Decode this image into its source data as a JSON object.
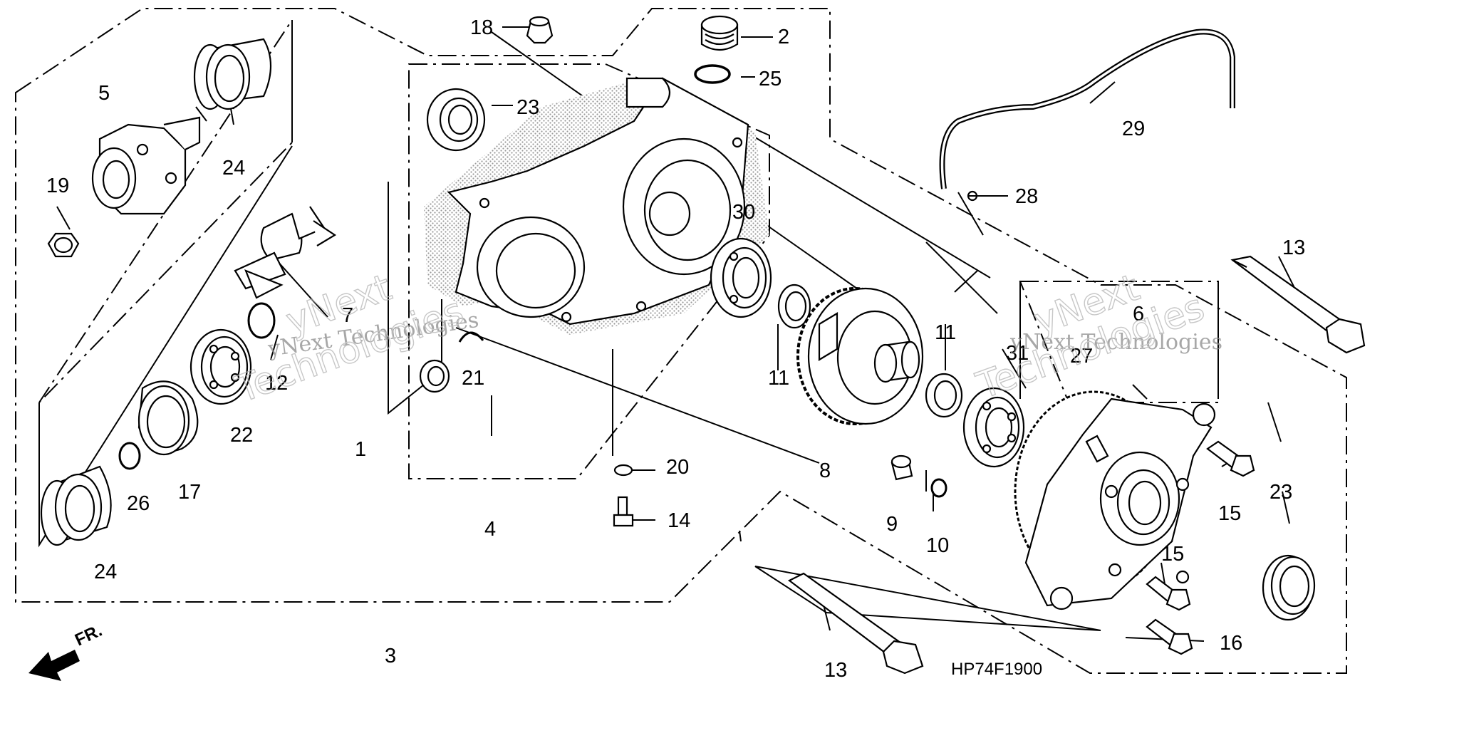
{
  "diagram": {
    "code": "HP74F1900",
    "direction_label": "FR.",
    "watermark": {
      "line1": "yNext Technologies",
      "line2": "yNext",
      "line3": "Technologies"
    },
    "callouts": {
      "c1": "1",
      "c2": "2",
      "c3": "3",
      "c4": "4",
      "c5": "5",
      "c6": "6",
      "c7": "7",
      "c8": "8",
      "c9": "9",
      "c10": "10",
      "c11a": "11",
      "c11b": "11",
      "c12": "12",
      "c13a": "13",
      "c13b": "13",
      "c14": "14",
      "c15a": "15",
      "c15b": "15",
      "c16": "16",
      "c17": "17",
      "c18": "18",
      "c19": "19",
      "c20": "20",
      "c21": "21",
      "c22": "22",
      "c23a": "23",
      "c23b": "23",
      "c24a": "24",
      "c24b": "24",
      "c25": "25",
      "c26": "26",
      "c27": "27",
      "c28": "28",
      "c29": "29",
      "c30": "30",
      "c31": "31"
    }
  }
}
